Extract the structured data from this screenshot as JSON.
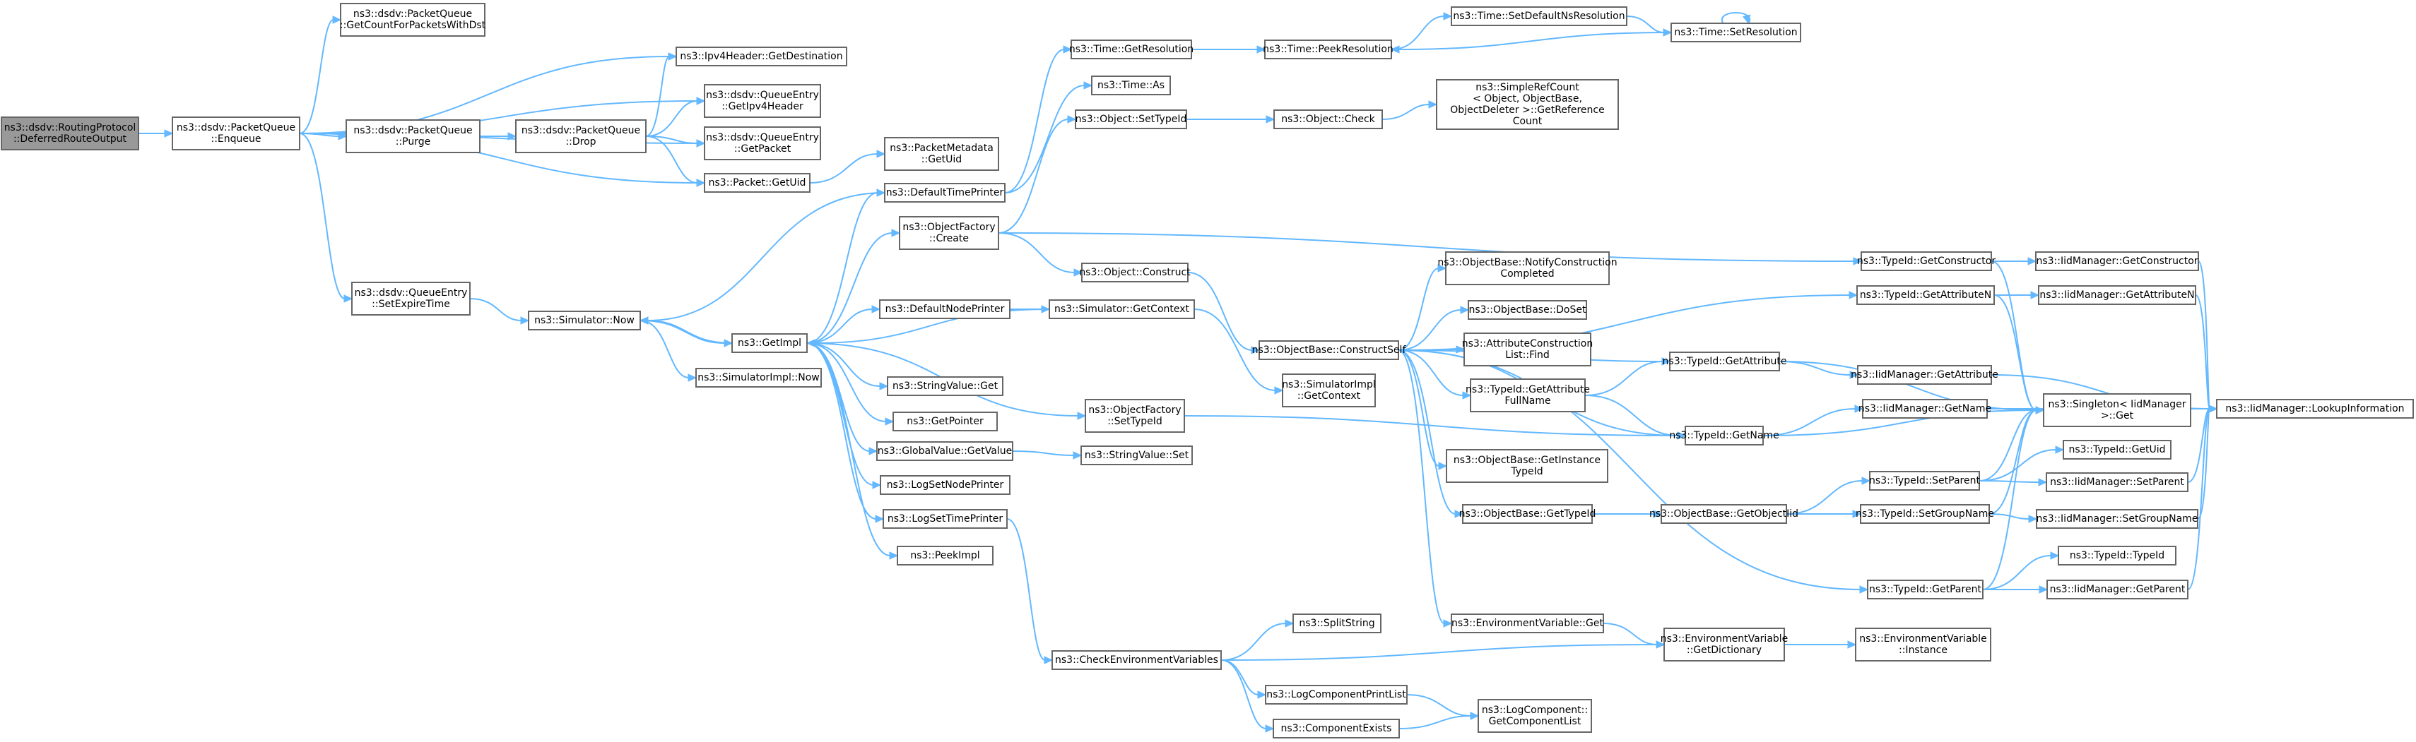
{
  "colors": {
    "edge": "#63b8ff",
    "node_border": "#666666",
    "node_fill": "#ffffff",
    "root_fill": "#999999"
  },
  "nodes": [
    {
      "id": "root",
      "lines": [
        "ns3::dsdv::RoutingProtocol",
        "::DeferredRouteOutput"
      ]
    },
    {
      "id": "enqueue",
      "lines": [
        "ns3::dsdv::PacketQueue",
        "::Enqueue"
      ]
    },
    {
      "id": "getcount",
      "lines": [
        "ns3::dsdv::PacketQueue",
        "::GetCountForPacketsWithDst"
      ]
    },
    {
      "id": "ipv4dest",
      "lines": [
        "ns3::Ipv4Header::GetDestination"
      ]
    },
    {
      "id": "getipv4",
      "lines": [
        "ns3::dsdv::QueueEntry",
        "::GetIpv4Header"
      ]
    },
    {
      "id": "purge",
      "lines": [
        "ns3::dsdv::PacketQueue",
        "::Purge"
      ]
    },
    {
      "id": "drop",
      "lines": [
        "ns3::dsdv::PacketQueue",
        "::Drop"
      ]
    },
    {
      "id": "getpacket",
      "lines": [
        "ns3::dsdv::QueueEntry",
        "::GetPacket"
      ]
    },
    {
      "id": "pktuid",
      "lines": [
        "ns3::Packet::GetUid"
      ]
    },
    {
      "id": "pmuid",
      "lines": [
        "ns3::PacketMetadata",
        "::GetUid"
      ]
    },
    {
      "id": "setexpire",
      "lines": [
        "ns3::dsdv::QueueEntry",
        "::SetExpireTime"
      ]
    },
    {
      "id": "simnow",
      "lines": [
        "ns3::Simulator::Now"
      ]
    },
    {
      "id": "simimplnow",
      "lines": [
        "ns3::SimulatorImpl::Now"
      ]
    },
    {
      "id": "getimpl",
      "lines": [
        "ns3::GetImpl"
      ]
    },
    {
      "id": "deftime",
      "lines": [
        "ns3::DefaultTimePrinter"
      ]
    },
    {
      "id": "ofcreate",
      "lines": [
        "ns3::ObjectFactory",
        "::Create"
      ]
    },
    {
      "id": "timegetres",
      "lines": [
        "ns3::Time::GetResolution"
      ]
    },
    {
      "id": "timeas",
      "lines": [
        "ns3::Time::As"
      ]
    },
    {
      "id": "objsettype",
      "lines": [
        "ns3::Object::SetTypeId"
      ]
    },
    {
      "id": "timepeek",
      "lines": [
        "ns3::Time::PeekResolution"
      ]
    },
    {
      "id": "timesetdef",
      "lines": [
        "ns3::Time::SetDefaultNsResolution"
      ]
    },
    {
      "id": "timesetres",
      "lines": [
        "ns3::Time::SetResolution"
      ]
    },
    {
      "id": "objcheck",
      "lines": [
        "ns3::Object::Check"
      ]
    },
    {
      "id": "simpleref",
      "lines": [
        "ns3::SimpleRefCount",
        "< Object, ObjectBase,",
        "ObjectDeleter >::GetReference",
        "Count"
      ]
    },
    {
      "id": "objconstruct",
      "lines": [
        "ns3::Object::Construct"
      ]
    },
    {
      "id": "defnode",
      "lines": [
        "ns3::DefaultNodePrinter"
      ]
    },
    {
      "id": "simctx",
      "lines": [
        "ns3::Simulator::GetContext"
      ]
    },
    {
      "id": "strget",
      "lines": [
        "ns3::StringValue::Get"
      ]
    },
    {
      "id": "getpointer",
      "lines": [
        "ns3::GetPointer"
      ]
    },
    {
      "id": "ofsettype",
      "lines": [
        "ns3::ObjectFactory",
        "::SetTypeId"
      ]
    },
    {
      "id": "gvget",
      "lines": [
        "ns3::GlobalValue::GetValue"
      ]
    },
    {
      "id": "strset",
      "lines": [
        "ns3::StringValue::Set"
      ]
    },
    {
      "id": "logsetnode",
      "lines": [
        "ns3::LogSetNodePrinter"
      ]
    },
    {
      "id": "logsettime",
      "lines": [
        "ns3::LogSetTimePrinter"
      ]
    },
    {
      "id": "peekimpl",
      "lines": [
        "ns3::PeekImpl"
      ]
    },
    {
      "id": "constructself",
      "lines": [
        "ns3::ObjectBase::ConstructSelf"
      ]
    },
    {
      "id": "simimplctx",
      "lines": [
        "ns3::SimulatorImpl",
        "::GetContext"
      ]
    },
    {
      "id": "notifyconst",
      "lines": [
        "ns3::ObjectBase::NotifyConstruction",
        "Completed"
      ]
    },
    {
      "id": "doset",
      "lines": [
        "ns3::ObjectBase::DoSet"
      ]
    },
    {
      "id": "acfind",
      "lines": [
        "ns3::AttributeConstruction",
        "List::Find"
      ]
    },
    {
      "id": "getattrfull",
      "lines": [
        "ns3::TypeId::GetAttribute",
        "FullName"
      ]
    },
    {
      "id": "getinst",
      "lines": [
        "ns3::ObjectBase::GetInstance",
        "TypeId"
      ]
    },
    {
      "id": "obgettype",
      "lines": [
        "ns3::ObjectBase::GetTypeId"
      ]
    },
    {
      "id": "envget",
      "lines": [
        "ns3::EnvironmentVariable::Get"
      ]
    },
    {
      "id": "checkenv",
      "lines": [
        "ns3::CheckEnvironmentVariables"
      ]
    },
    {
      "id": "splitstr",
      "lines": [
        "ns3::SplitString"
      ]
    },
    {
      "id": "lcprint",
      "lines": [
        "ns3::LogComponentPrintList"
      ]
    },
    {
      "id": "compexists",
      "lines": [
        "ns3::ComponentExists"
      ]
    },
    {
      "id": "lcgetlist",
      "lines": [
        "ns3::LogComponent::",
        "GetComponentList"
      ]
    },
    {
      "id": "envdict",
      "lines": [
        "ns3::EnvironmentVariable",
        "::GetDictionary"
      ]
    },
    {
      "id": "envinst",
      "lines": [
        "ns3::EnvironmentVariable",
        "::Instance"
      ]
    },
    {
      "id": "tgetattr",
      "lines": [
        "ns3::TypeId::GetAttribute"
      ]
    },
    {
      "id": "tgetname",
      "lines": [
        "ns3::TypeId::GetName"
      ]
    },
    {
      "id": "obgetiid",
      "lines": [
        "ns3::ObjectBase::GetObjectIid"
      ]
    },
    {
      "id": "tgetctor",
      "lines": [
        "ns3::TypeId::GetConstructor"
      ]
    },
    {
      "id": "tgetattrn",
      "lines": [
        "ns3::TypeId::GetAttributeN"
      ]
    },
    {
      "id": "imgetattr",
      "lines": [
        "ns3::IidManager::GetAttribute"
      ]
    },
    {
      "id": "imgetname",
      "lines": [
        "ns3::IidManager::GetName"
      ]
    },
    {
      "id": "tsetparent",
      "lines": [
        "ns3::TypeId::SetParent"
      ]
    },
    {
      "id": "tsetgroup",
      "lines": [
        "ns3::TypeId::SetGroupName"
      ]
    },
    {
      "id": "tgetparent",
      "lines": [
        "ns3::TypeId::GetParent"
      ]
    },
    {
      "id": "imgetctor",
      "lines": [
        "ns3::IidManager::GetConstructor"
      ]
    },
    {
      "id": "imgetattrn",
      "lines": [
        "ns3::IidManager::GetAttributeN"
      ]
    },
    {
      "id": "singget",
      "lines": [
        "ns3::Singleton< IidManager",
        "  >::Get"
      ]
    },
    {
      "id": "tgetuid",
      "lines": [
        "ns3::TypeId::GetUid"
      ]
    },
    {
      "id": "imsetparent",
      "lines": [
        "ns3::IidManager::SetParent"
      ]
    },
    {
      "id": "imsetgroup",
      "lines": [
        "ns3::IidManager::SetGroupName"
      ]
    },
    {
      "id": "ttypeid",
      "lines": [
        "ns3::TypeId::TypeId"
      ]
    },
    {
      "id": "imgetparent",
      "lines": [
        "ns3::IidManager::GetParent"
      ]
    },
    {
      "id": "imlookup",
      "lines": [
        "ns3::IidManager::LookupInformation"
      ]
    }
  ],
  "edges": [
    [
      "root",
      "enqueue"
    ],
    [
      "enqueue",
      "getcount"
    ],
    [
      "enqueue",
      "ipv4dest"
    ],
    [
      "enqueue",
      "getipv4"
    ],
    [
      "enqueue",
      "purge"
    ],
    [
      "enqueue",
      "getpacket"
    ],
    [
      "enqueue",
      "pktuid"
    ],
    [
      "enqueue",
      "setexpire"
    ],
    [
      "purge",
      "drop"
    ],
    [
      "drop",
      "ipv4dest"
    ],
    [
      "drop",
      "getipv4"
    ],
    [
      "drop",
      "getpacket"
    ],
    [
      "drop",
      "pktuid"
    ],
    [
      "pktuid",
      "pmuid"
    ],
    [
      "setexpire",
      "simnow"
    ],
    [
      "simnow",
      "simimplnow"
    ],
    [
      "simnow",
      "getimpl"
    ],
    [
      "getimpl",
      "simnow"
    ],
    [
      "getimpl",
      "deftime"
    ],
    [
      "getimpl",
      "ofcreate"
    ],
    [
      "getimpl",
      "defnode"
    ],
    [
      "getimpl",
      "strget"
    ],
    [
      "getimpl",
      "getpointer"
    ],
    [
      "getimpl",
      "ofsettype"
    ],
    [
      "getimpl",
      "gvget"
    ],
    [
      "getimpl",
      "logsetnode"
    ],
    [
      "getimpl",
      "logsettime"
    ],
    [
      "getimpl",
      "peekimpl"
    ],
    [
      "deftime",
      "simnow"
    ],
    [
      "deftime",
      "timegetres"
    ],
    [
      "deftime",
      "timeas"
    ],
    [
      "timegetres",
      "timepeek"
    ],
    [
      "timepeek",
      "timesetdef"
    ],
    [
      "timesetdef",
      "timesetres"
    ],
    [
      "timesetres",
      "timepeek"
    ],
    [
      "timesetres",
      "timesetres"
    ],
    [
      "ofcreate",
      "objsettype"
    ],
    [
      "ofcreate",
      "objconstruct"
    ],
    [
      "ofcreate",
      "tgetctor"
    ],
    [
      "objsettype",
      "objcheck"
    ],
    [
      "objcheck",
      "simpleref"
    ],
    [
      "objconstruct",
      "constructself"
    ],
    [
      "defnode",
      "simctx"
    ],
    [
      "simctx",
      "getimpl"
    ],
    [
      "simctx",
      "simimplctx"
    ],
    [
      "gvget",
      "strset"
    ],
    [
      "ofsettype",
      "tgetname"
    ],
    [
      "logsettime",
      "checkenv"
    ],
    [
      "checkenv",
      "splitstr"
    ],
    [
      "checkenv",
      "envdict"
    ],
    [
      "checkenv",
      "lcprint"
    ],
    [
      "checkenv",
      "compexists"
    ],
    [
      "lcprint",
      "lcgetlist"
    ],
    [
      "compexists",
      "lcgetlist"
    ],
    [
      "envdict",
      "envinst"
    ],
    [
      "constructself",
      "notifyconst"
    ],
    [
      "constructself",
      "doset"
    ],
    [
      "constructself",
      "acfind"
    ],
    [
      "constructself",
      "getattrfull"
    ],
    [
      "constructself",
      "getinst"
    ],
    [
      "constructself",
      "obgettype"
    ],
    [
      "constructself",
      "envget"
    ],
    [
      "constructself",
      "tgetattr"
    ],
    [
      "constructself",
      "tgetname"
    ],
    [
      "constructself",
      "tgetattrn"
    ],
    [
      "constructself",
      "tgetparent"
    ],
    [
      "envget",
      "envdict"
    ],
    [
      "getattrfull",
      "tgetattr"
    ],
    [
      "getattrfull",
      "tgetname"
    ],
    [
      "obgettype",
      "obgetiid"
    ],
    [
      "obgetiid",
      "tsetparent"
    ],
    [
      "obgetiid",
      "tsetgroup"
    ],
    [
      "tgetattr",
      "imgetattr"
    ],
    [
      "tgetattr",
      "singget"
    ],
    [
      "tgetname",
      "imgetname"
    ],
    [
      "tgetname",
      "singget"
    ],
    [
      "tgetctor",
      "imgetctor"
    ],
    [
      "tgetctor",
      "singget"
    ],
    [
      "tgetattrn",
      "imgetattrn"
    ],
    [
      "tgetattrn",
      "singget"
    ],
    [
      "tsetparent",
      "singget"
    ],
    [
      "tsetparent",
      "tgetuid"
    ],
    [
      "tsetparent",
      "imsetparent"
    ],
    [
      "tsetgroup",
      "singget"
    ],
    [
      "tsetgroup",
      "imsetgroup"
    ],
    [
      "tgetparent",
      "singget"
    ],
    [
      "tgetparent",
      "ttypeid"
    ],
    [
      "tgetparent",
      "imgetparent"
    ],
    [
      "imgetattr",
      "imlookup"
    ],
    [
      "imgetname",
      "imlookup"
    ],
    [
      "imgetctor",
      "imlookup"
    ],
    [
      "imgetattrn",
      "imlookup"
    ],
    [
      "imsetparent",
      "imlookup"
    ],
    [
      "imsetgroup",
      "imlookup"
    ],
    [
      "imgetparent",
      "imlookup"
    ]
  ]
}
